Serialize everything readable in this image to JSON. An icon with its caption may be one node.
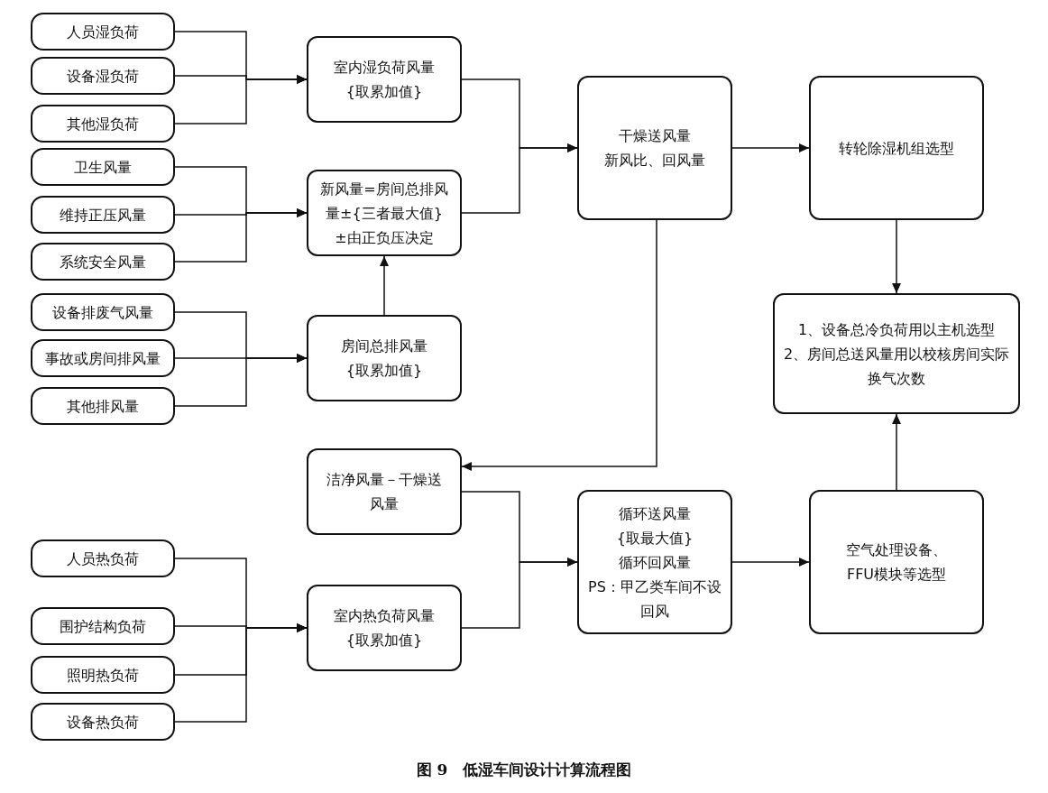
{
  "diagram": {
    "caption": "图 9　低湿车间设计计算流程图",
    "nodes": [
      {
        "text": [
          "人员湿负荷"
        ]
      },
      {
        "text": [
          "设备湿负荷"
        ]
      },
      {
        "text": [
          "其他湿负荷"
        ]
      },
      {
        "text": [
          "卫生风量"
        ]
      },
      {
        "text": [
          "维持正压风量"
        ]
      },
      {
        "text": [
          "系统安全风量"
        ]
      },
      {
        "text": [
          "设备排废气风量"
        ]
      },
      {
        "text": [
          "事故或房间排风量"
        ]
      },
      {
        "text": [
          "其他排风量"
        ]
      },
      {
        "text": [
          "人员热负荷"
        ]
      },
      {
        "text": [
          "围护结构负荷"
        ]
      },
      {
        "text": [
          "照明热负荷"
        ]
      },
      {
        "text": [
          "设备热负荷"
        ]
      },
      {
        "text": [
          "室内湿负荷风量{取累加值}"
        ]
      },
      {
        "text": [
          "新风量=房间总排风量±{三者最大值}±由正负压决定"
        ]
      },
      {
        "text": [
          "房间总排风量{取累加值}"
        ]
      },
      {
        "text": [
          "洁净风量－干燥送风量"
        ]
      },
      {
        "text": [
          "室内热负荷风量{取累加值}"
        ]
      },
      {
        "text": [
          "干燥送风量",
          "新风比、回风量"
        ]
      },
      {
        "text": [
          "循环送风量{取最大值}",
          "循环回风量",
          "PS：甲乙类车间不设回风"
        ]
      },
      {
        "text": [
          "转轮除湿机组选型"
        ]
      },
      {
        "text": [
          "1、设备总冷负荷用以主机选型",
          "2、房间总送风量用以校核房间实际换气次数"
        ]
      },
      {
        "text": [
          "空气处理设备、FFU模块等选型"
        ]
      }
    ],
    "edges": [
      {
        "from": 0,
        "to": 13,
        "arrow": "to"
      },
      {
        "from": 1,
        "to": 13,
        "arrow": "to"
      },
      {
        "from": 2,
        "to": 13,
        "arrow": "to"
      },
      {
        "from": 3,
        "to": 14,
        "arrow": "to"
      },
      {
        "from": 4,
        "to": 14,
        "arrow": "to"
      },
      {
        "from": 5,
        "to": 14,
        "arrow": "to"
      },
      {
        "from": 6,
        "to": 15,
        "arrow": "to"
      },
      {
        "from": 7,
        "to": 15,
        "arrow": "to"
      },
      {
        "from": 8,
        "to": 15,
        "arrow": "to"
      },
      {
        "from": 15,
        "to": 14,
        "arrow": "to"
      },
      {
        "from": 13,
        "to": 18,
        "arrow": "to"
      },
      {
        "from": 14,
        "to": 18,
        "arrow": "to"
      },
      {
        "from": 18,
        "to": 20,
        "arrow": "to"
      },
      {
        "from": 20,
        "to": 21,
        "arrow": "to"
      },
      {
        "from": 18,
        "to": 16,
        "arrow": "to"
      },
      {
        "from": 16,
        "to": 19,
        "arrow": "to"
      },
      {
        "from": 17,
        "to": 19,
        "arrow": "to"
      },
      {
        "from": 19,
        "to": 22,
        "arrow": "to"
      },
      {
        "from": 22,
        "to": 21,
        "arrow": "to"
      },
      {
        "from": 9,
        "to": 17,
        "arrow": "to"
      },
      {
        "from": 10,
        "to": 17,
        "arrow": "to"
      },
      {
        "from": 11,
        "to": 17,
        "arrow": "to"
      },
      {
        "from": 12,
        "to": 17,
        "arrow": "to"
      }
    ]
  }
}
